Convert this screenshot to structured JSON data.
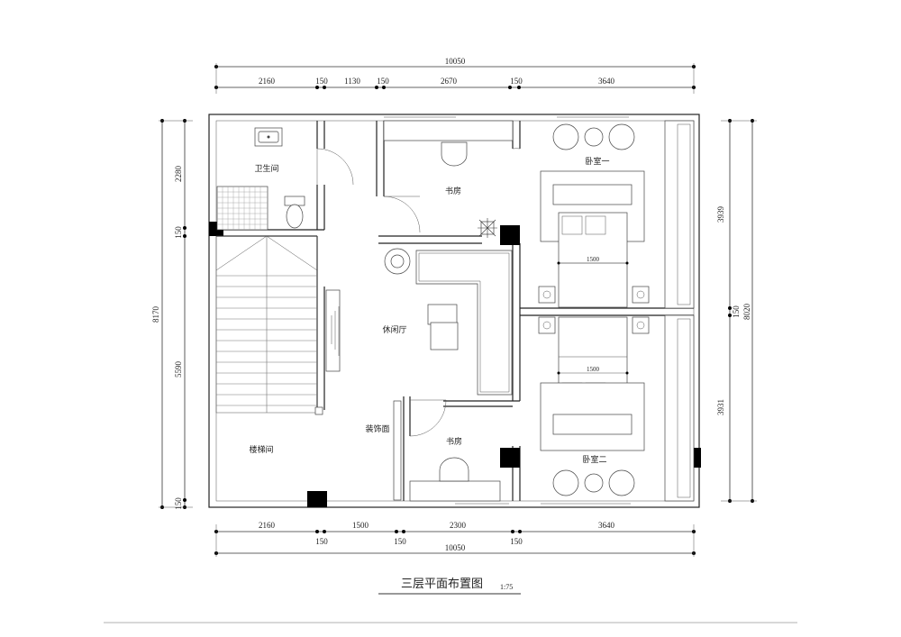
{
  "title": "三层平面布置图",
  "scale": "1:75",
  "rooms": {
    "bathroom": "卫生间",
    "study_top": "书房",
    "bedroom_1": "卧室一",
    "lounge": "休闲厅",
    "stairwell": "楼梯间",
    "decor_wall": "装饰面",
    "study_bottom": "书房",
    "bedroom_2": "卧室二",
    "bed_width_1": "1500",
    "bed_width_2": "1500"
  },
  "dimensions": {
    "top_total": "10050",
    "top_segments": [
      "2160",
      "150",
      "1130",
      "150",
      "2670",
      "150",
      "3640"
    ],
    "bottom_segments": [
      "2160",
      "1500",
      "2300",
      "3640"
    ],
    "bottom_small": [
      "150",
      "150",
      "150"
    ],
    "bottom_total": "10050",
    "left_total": "8170",
    "left_segments": [
      "2280",
      "150",
      "5590",
      "150"
    ],
    "right_total": "8020",
    "right_segments": [
      "3939",
      "150",
      "3931"
    ]
  }
}
